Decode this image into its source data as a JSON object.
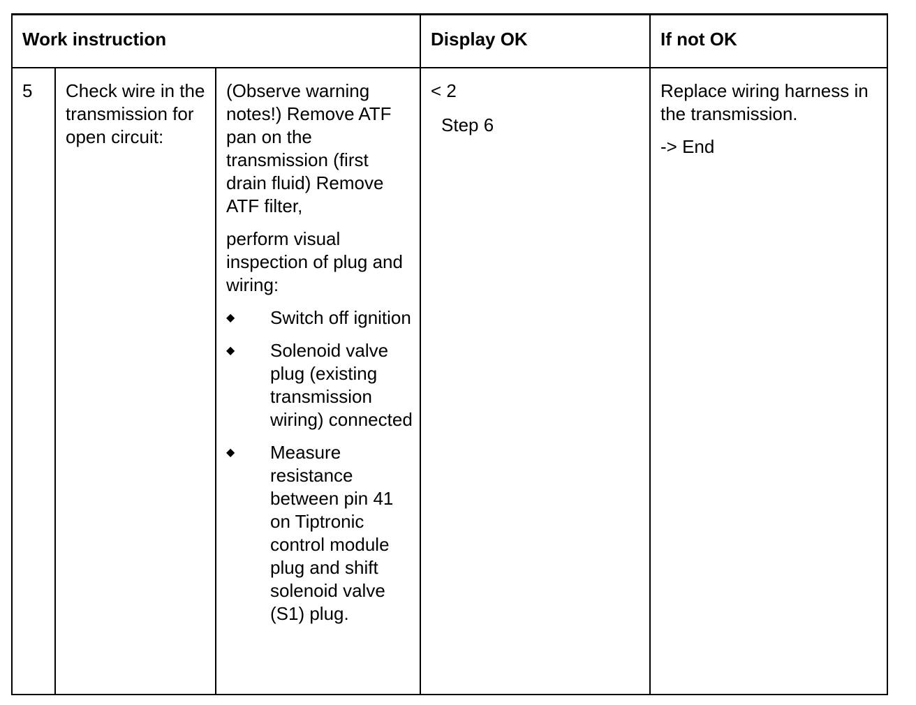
{
  "headers": {
    "work_instruction": "Work instruction",
    "display_ok": "Display OK",
    "if_not_ok": "If not OK"
  },
  "row": {
    "step": "5",
    "check": "Check wire in the transmission for open circuit:",
    "instructions": {
      "para1": "(Observe warning notes!) Remove ATF pan on the transmission (first drain fluid) Remove ATF filter,",
      "para2": "perform visual inspection of plug and wiring:",
      "bullet_glyph": "◆",
      "bullets": [
        "Switch off ignition",
        "Solenoid valve plug (existing transmission wiring) connected",
        "Measure resistance between pin 41 on Tiptronic control module plug and shift solenoid valve (S1) plug."
      ]
    },
    "display_ok": {
      "value": "< 2",
      "next": "Step 6"
    },
    "if_not_ok": {
      "action": "Replace wiring harness in the transmission.",
      "next": "-> End"
    }
  }
}
